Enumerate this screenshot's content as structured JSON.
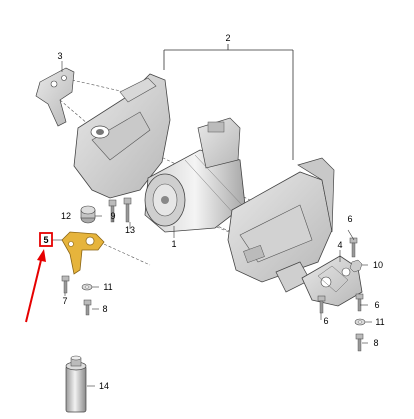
{
  "callouts": {
    "c1": "1",
    "c2": "2",
    "c3": "3",
    "c4": "4",
    "c5": "5",
    "c6a": "6",
    "c6b": "6",
    "c7": "7",
    "c8a": "8",
    "c8b": "8",
    "c9": "9",
    "c10": "10",
    "c11a": "11",
    "c11b": "11",
    "c12": "12",
    "c13": "13",
    "c14": "14"
  },
  "colors": {
    "highlight": "#e60000",
    "bracket_part": "#e6b43c",
    "line": "#333333"
  }
}
